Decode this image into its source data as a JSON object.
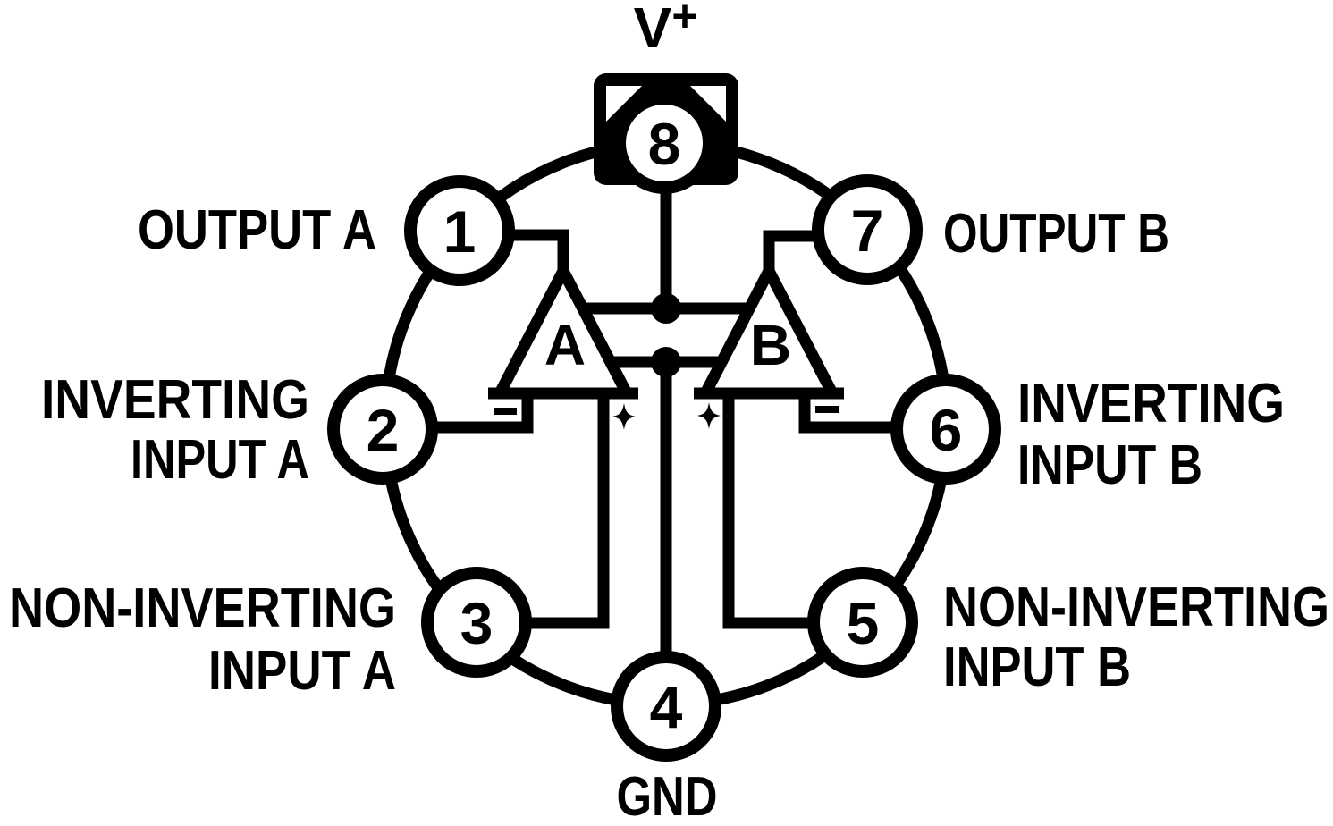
{
  "diagram": {
    "colors": {
      "ink": "#000000",
      "background": "#ffffff"
    },
    "supply": {
      "base": "V",
      "superscript": "+"
    },
    "ground": {
      "label": "GND"
    },
    "amplifiers": [
      {
        "name": "A"
      },
      {
        "name": "B"
      }
    ],
    "polarity": {
      "inverting": "−",
      "non_inverting": "+"
    },
    "pins": [
      {
        "number": "1",
        "line1": "OUTPUT A"
      },
      {
        "number": "2",
        "line1": "INVERTING",
        "line2": "INPUT A"
      },
      {
        "number": "3",
        "line1": "NON-INVERTING",
        "line2": "INPUT A"
      },
      {
        "number": "4"
      },
      {
        "number": "5",
        "line1": "NON-INVERTING",
        "line2": "INPUT B"
      },
      {
        "number": "6",
        "line1": "INVERTING",
        "line2": "INPUT B"
      },
      {
        "number": "7",
        "line1": "OUTPUT B"
      },
      {
        "number": "8"
      }
    ]
  }
}
